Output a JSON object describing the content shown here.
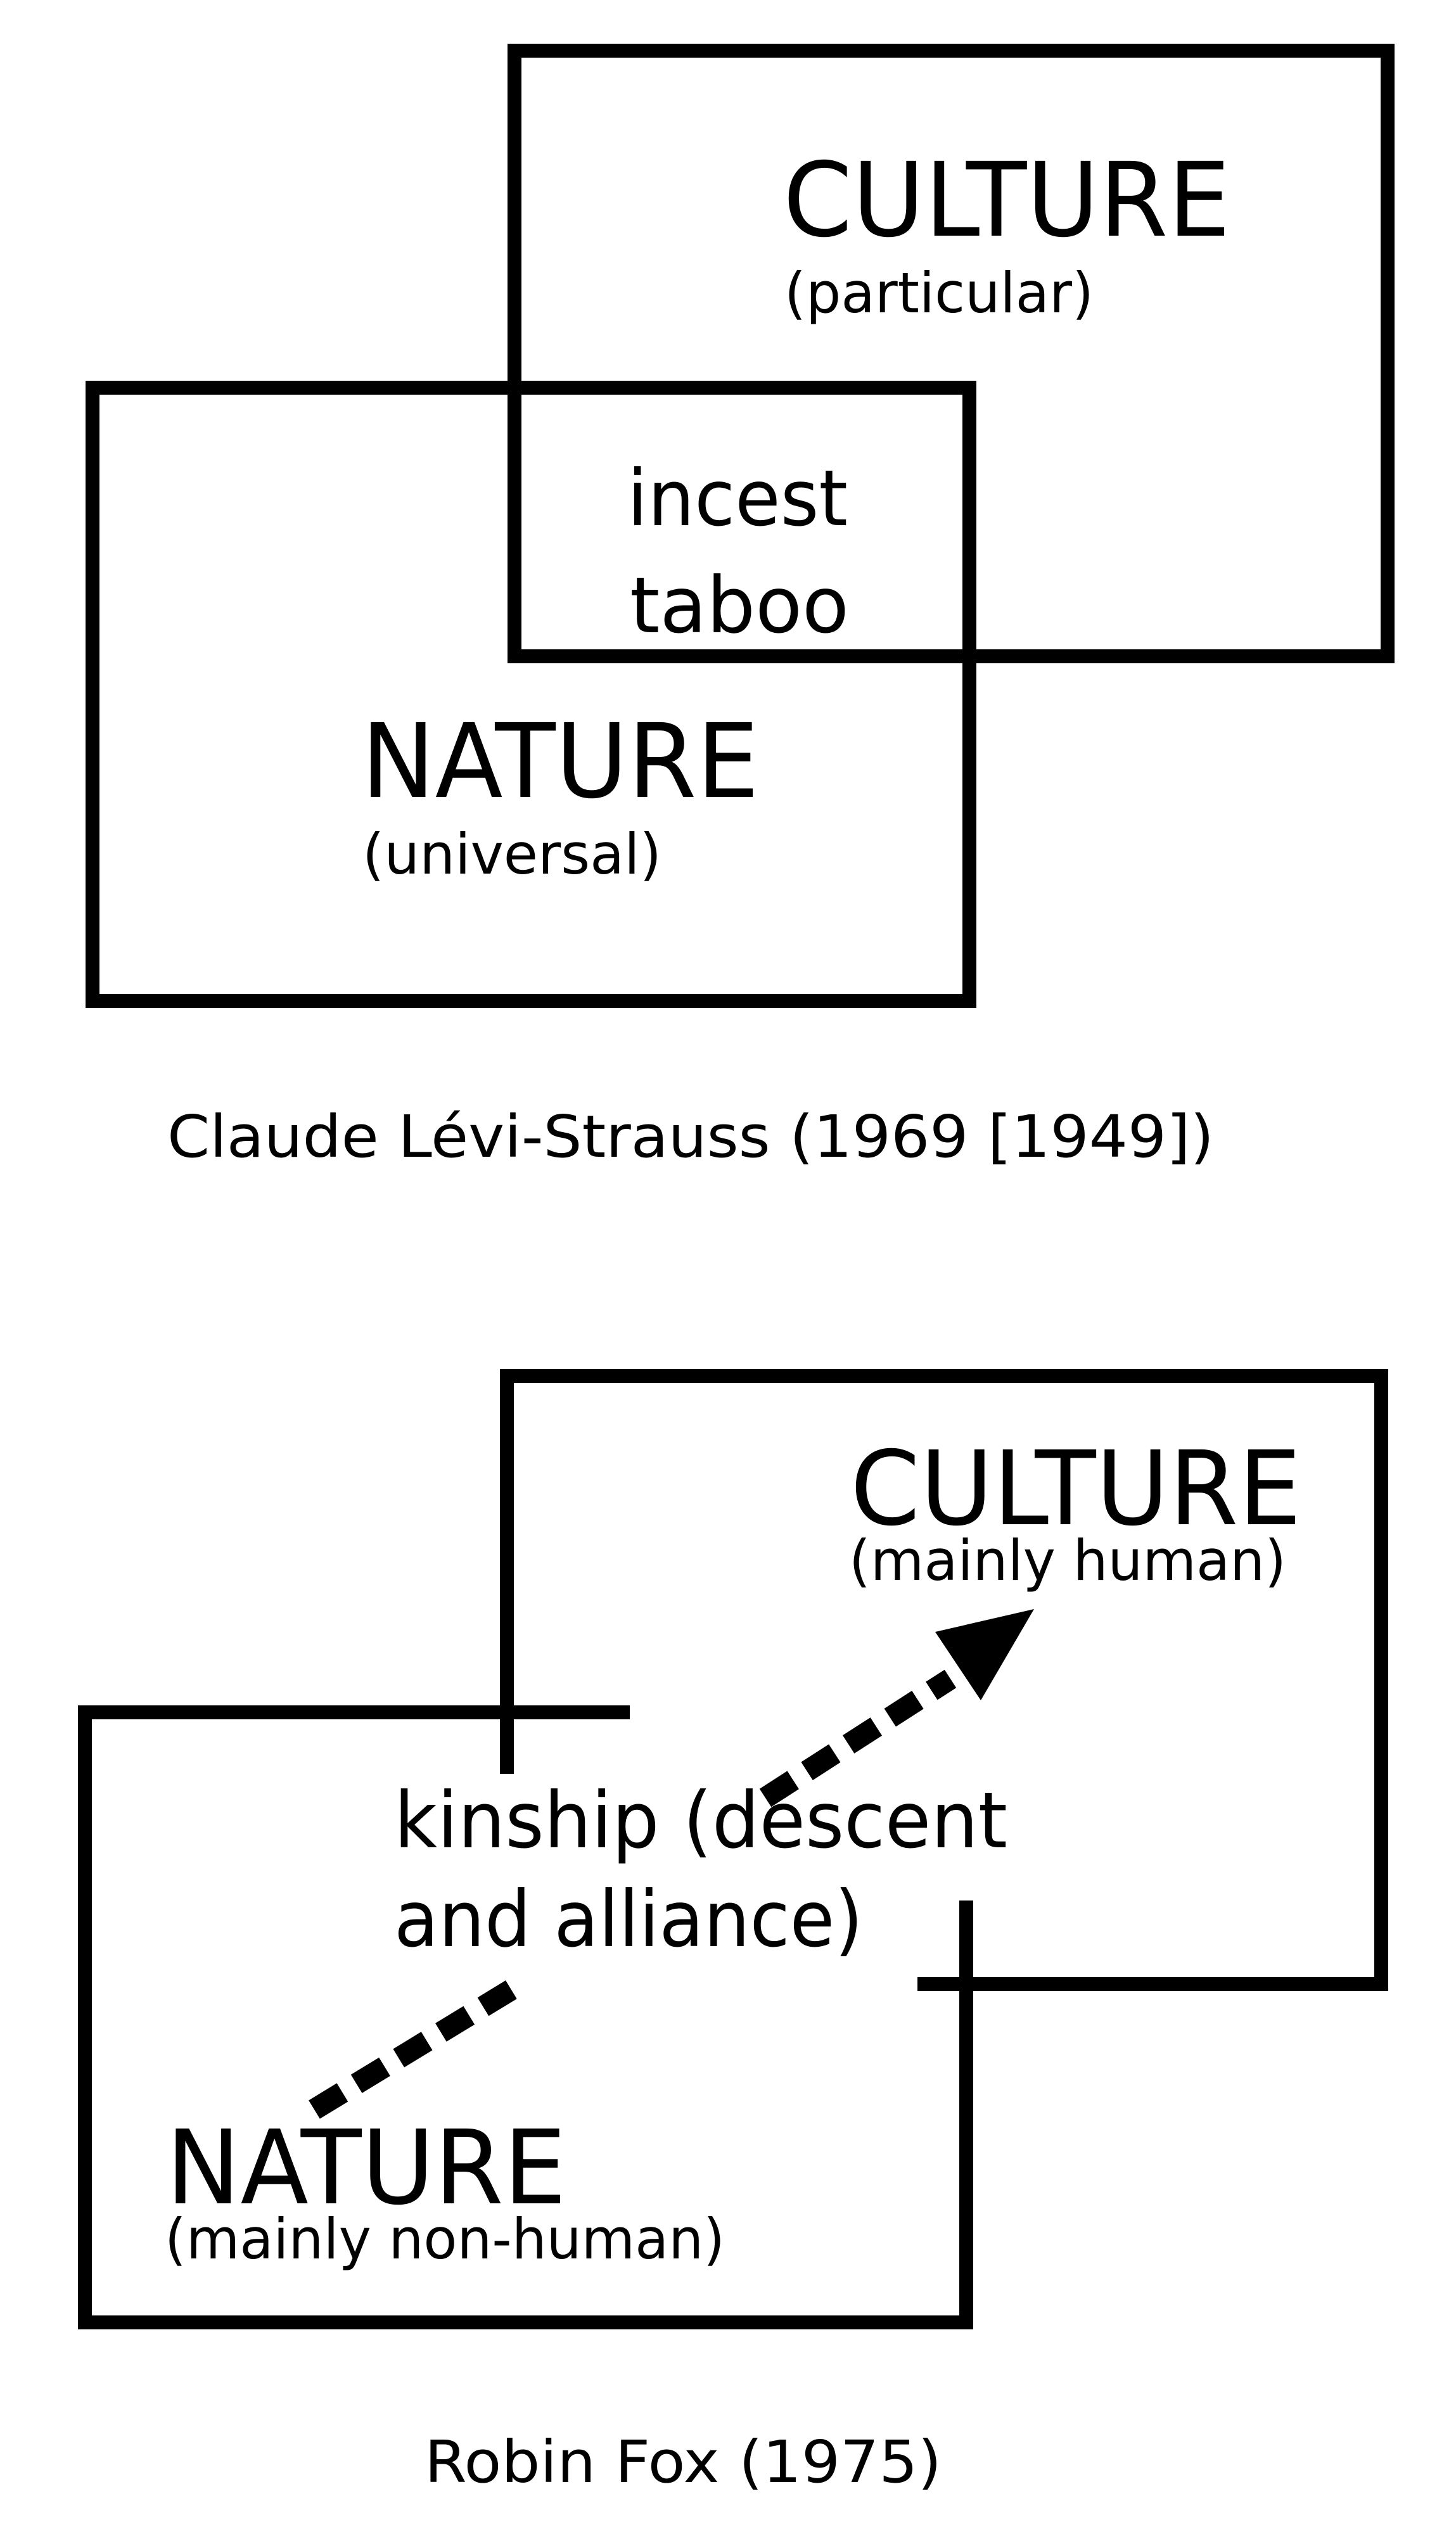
{
  "diagram_top": {
    "culture_label": "CULTURE",
    "culture_sub": "(particular)",
    "overlap_line1": "incest",
    "overlap_line2": "taboo",
    "nature_label": "NATURE",
    "nature_sub": "(universal)",
    "caption": "Claude Lévi-Strauss (1969 [1949])"
  },
  "diagram_bottom": {
    "culture_label": "CULTURE",
    "culture_sub": "(mainly human)",
    "middle_line1": "kinship (descent",
    "middle_line2": "and alliance)",
    "nature_label": "NATURE",
    "nature_sub": "(mainly non-human)",
    "caption": "Robin Fox (1975)"
  },
  "colors": {
    "ink": "#000000",
    "background": "#ffffff"
  }
}
